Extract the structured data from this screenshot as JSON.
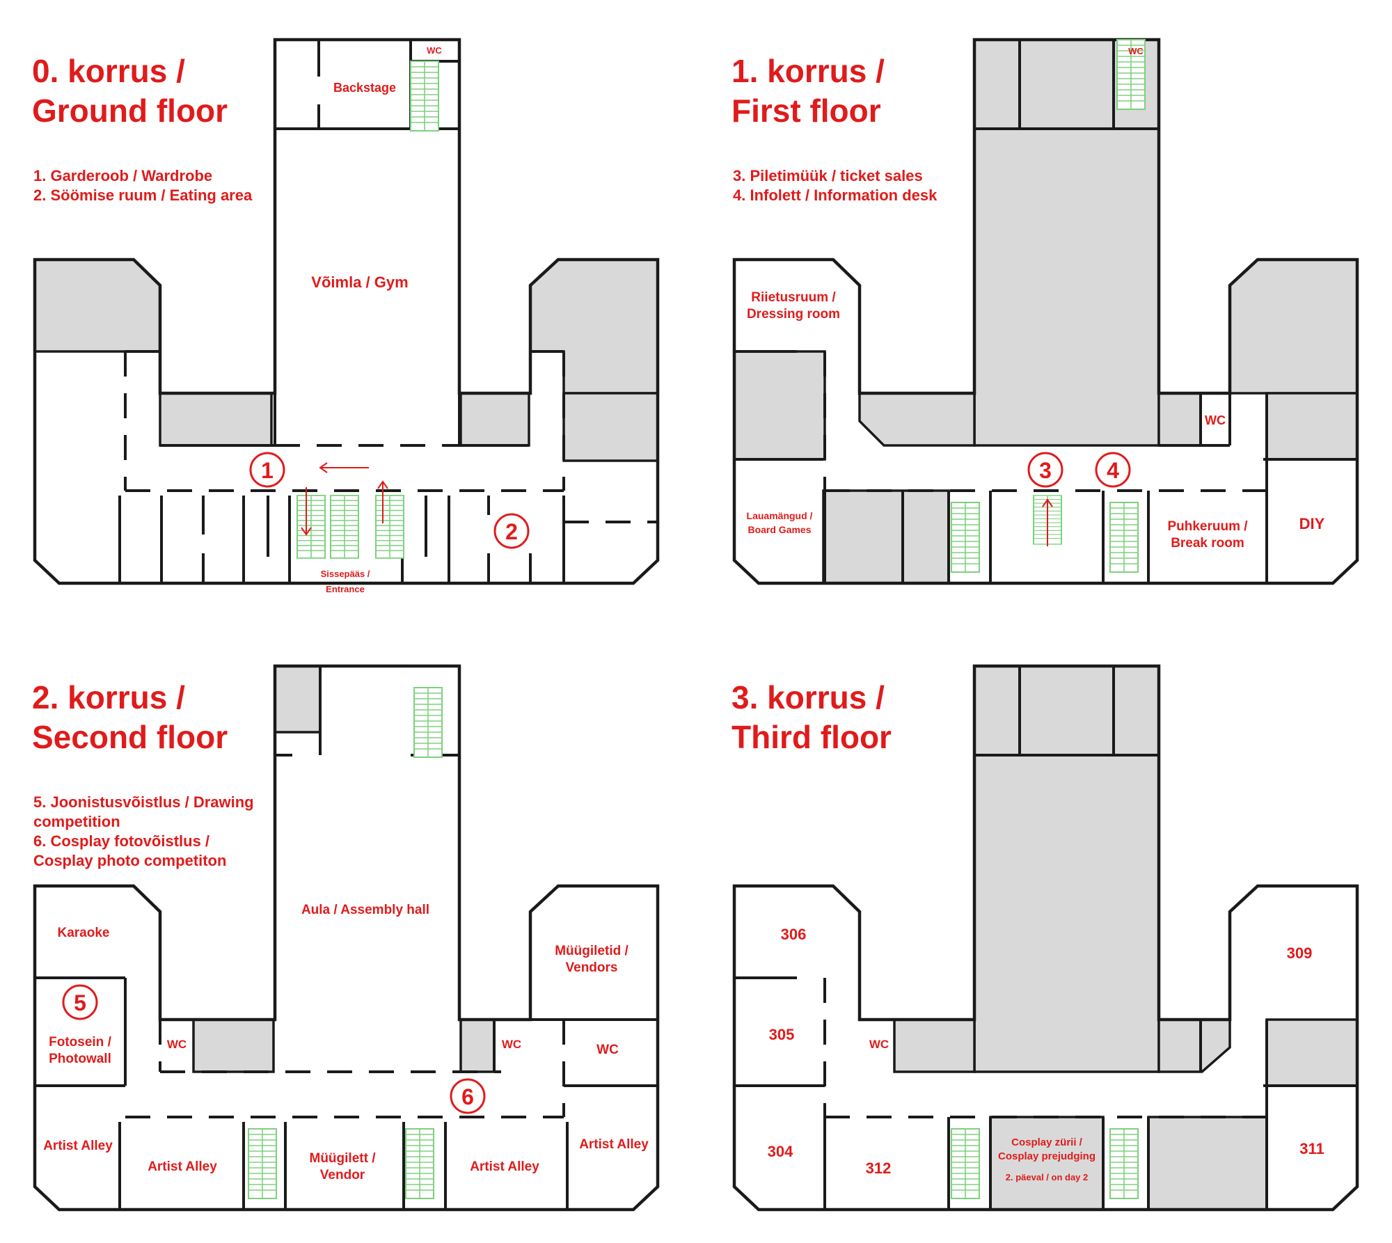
{
  "floors": {
    "ground": {
      "title_line1": "0. korrus /",
      "title_line2": "Ground floor",
      "legend": [
        "1. Garderoob / Wardrobe",
        "2. Söömise ruum / Eating area"
      ],
      "rooms": {
        "backstage": "Backstage",
        "wc": "WC",
        "gym": "Võimla / Gym",
        "entrance_1": "Sissepääs /",
        "entrance_2": "Entrance"
      },
      "markers": [
        "1",
        "2"
      ]
    },
    "first": {
      "title_line1": "1. korrus /",
      "title_line2": "First floor",
      "legend": [
        "3. Piletimüük / ticket sales",
        "4. Infolett / Information desk"
      ],
      "rooms": {
        "wc_top": "WC",
        "dressing_1": "Riietusruum /",
        "dressing_2": "Dressing room",
        "wc": "WC",
        "board_1": "Lauamängud /",
        "board_2": "Board Games",
        "break_1": "Puhkeruum /",
        "break_2": "Break room",
        "diy": "DIY"
      },
      "markers": [
        "3",
        "4"
      ]
    },
    "second": {
      "title_line1": "2. korrus /",
      "title_line2": "Second floor",
      "legend": [
        "5. Joonistusvõistlus / Drawing",
        "competition",
        "6. Cosplay fotovõistlus /",
        "Cosplay photo competiton"
      ],
      "rooms": {
        "karaoke": "Karaoke",
        "aula": "Aula / Assembly hall",
        "vendors_1": "Müügiletid /",
        "vendors_2": "Vendors",
        "photowall_1": "Fotosein /",
        "photowall_2": "Photowall",
        "wc_left": "WC",
        "wc_mid": "WC",
        "wc_right": "WC",
        "artist_alley_far_left": "Artist Alley",
        "artist_alley_left": "Artist Alley",
        "vendor_1": "Müügilett /",
        "vendor_2": "Vendor",
        "artist_alley_mid": "Artist Alley",
        "artist_alley_right": "Artist Alley"
      },
      "markers": [
        "5",
        "6"
      ]
    },
    "third": {
      "title_line1": "3. korrus /",
      "title_line2": "Third floor",
      "rooms": {
        "r306": "306",
        "r309": "309",
        "r305": "305",
        "wc": "WC",
        "r304": "304",
        "r312": "312",
        "jury_1": "Cosplay zürii /",
        "jury_2": "Cosplay prejudging",
        "jury_3": "2. päeval / on day 2",
        "r311": "311"
      }
    }
  },
  "colors": {
    "accent": "#e01b1b",
    "wall": "#1a1a1a",
    "shaded_area": "#d9d9d9",
    "stairs": "#7ed07e"
  }
}
